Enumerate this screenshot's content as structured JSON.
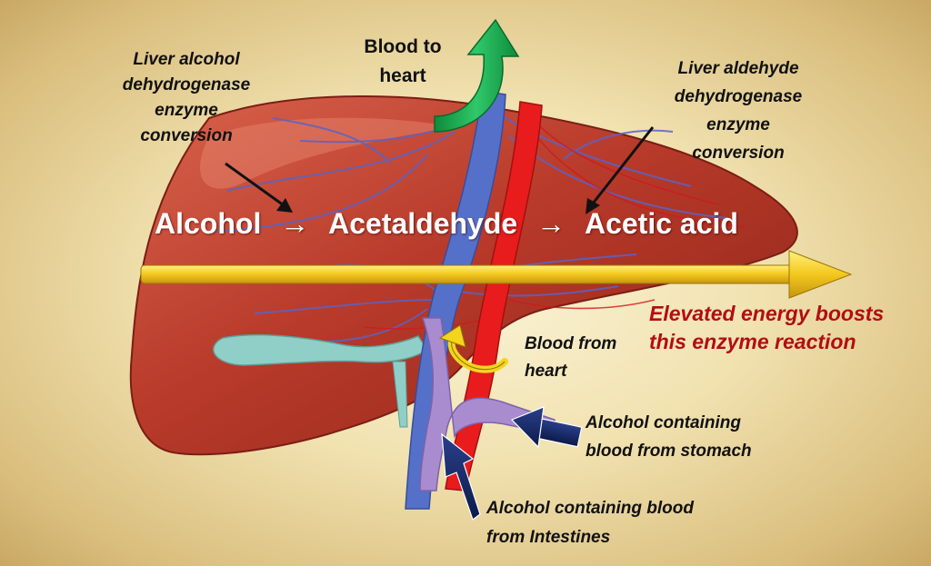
{
  "labels": {
    "blood_to_heart_1": "Blood to",
    "blood_to_heart_2": "heart",
    "adh_1": "Liver alcohol",
    "adh_2": "dehydrogenase",
    "adh_3": "enzyme",
    "adh_4": "conversion",
    "aldh_1": "Liver aldehyde",
    "aldh_2": "dehydrogenase",
    "aldh_3": "enzyme",
    "aldh_4": "conversion",
    "blood_from_heart_1": "Blood from",
    "blood_from_heart_2": "heart",
    "stomach_1": "Alcohol containing",
    "stomach_2": "blood from stomach",
    "intestines_1": "Alcohol containing blood",
    "intestines_2": "from Intestines"
  },
  "pathway": {
    "step1": "Alcohol",
    "arrow1": "→",
    "step2": "Acetaldehyde",
    "arrow2": "→",
    "step3": "Acetic acid"
  },
  "note": {
    "line1": "Elevated energy boosts",
    "line2": "this enzyme reaction"
  },
  "colors": {
    "liver": "#b83a2a",
    "artery": "#e81c1c",
    "vein": "#5570c8",
    "portal_vein": "#a98ccf",
    "bile_duct": "#8fcfc8",
    "pathway_arrow": "#f3c81e",
    "up_arrow": "#18a84a",
    "note_text": "#b30d12"
  }
}
